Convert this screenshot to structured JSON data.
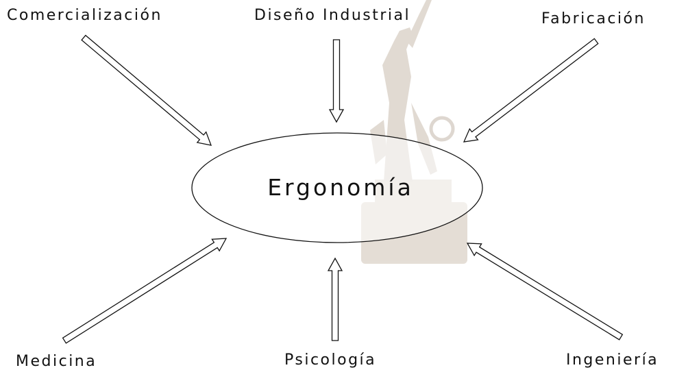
{
  "center": {
    "label": "Ergonomía"
  },
  "disciplines": [
    {
      "id": "comercializacion",
      "label": "Comercialización"
    },
    {
      "id": "diseno-industrial",
      "label": "Diseño Industrial"
    },
    {
      "id": "fabricacion",
      "label": "Fabricación"
    },
    {
      "id": "medicina",
      "label": "Medicina"
    },
    {
      "id": "psicologia",
      "label": "Psicología"
    },
    {
      "id": "ingenieria",
      "label": "Ingeniería"
    }
  ],
  "background_image": {
    "description": "faded bronze statue",
    "color": "#8a6a45"
  }
}
